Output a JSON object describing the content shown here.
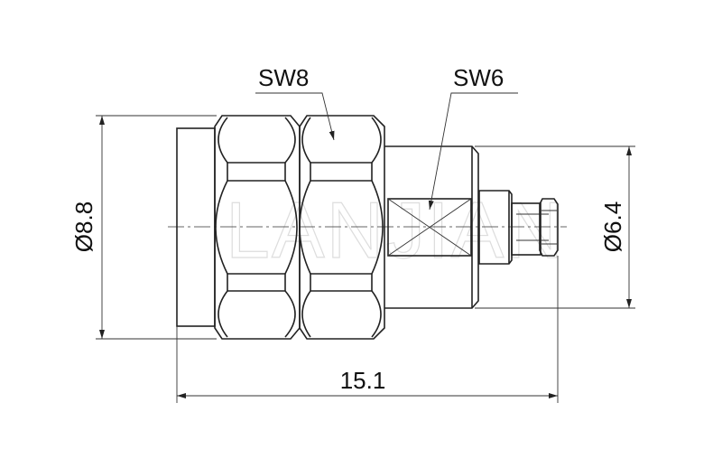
{
  "labels": {
    "wrench_size_1": "SW8",
    "wrench_size_2": "SW6",
    "outer_diameter": "Ø8.8",
    "body_diameter": "Ø6.4",
    "overall_length": "15.1"
  },
  "watermark": "LANJIAN",
  "colors": {
    "line": "#222222",
    "background": "#ffffff"
  }
}
